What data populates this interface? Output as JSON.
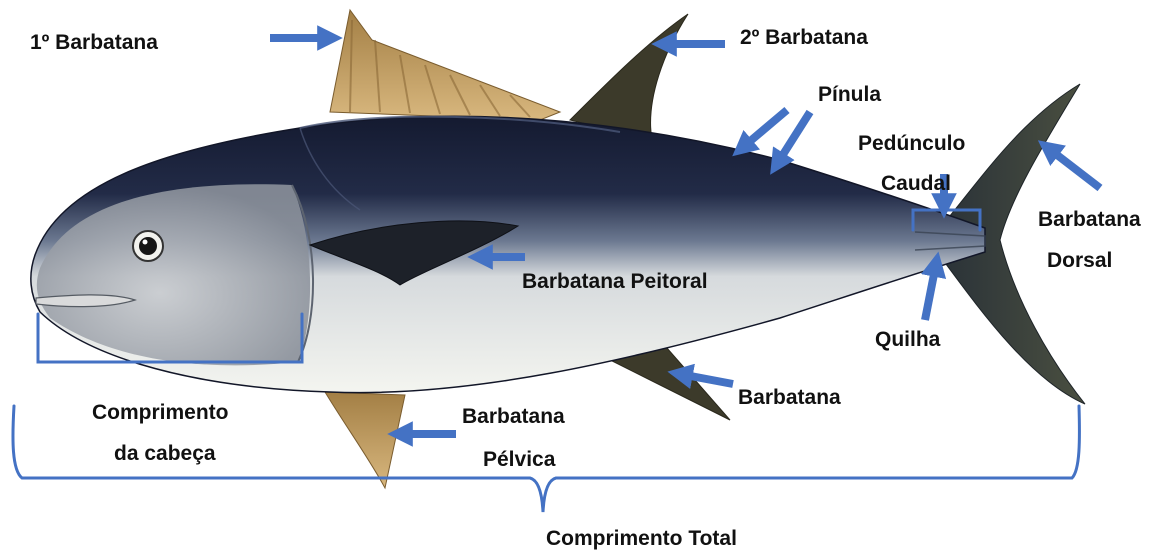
{
  "labels": {
    "first_fin": "1º Barbatana",
    "second_fin": "2º Barbatana",
    "finlet": "Pínula",
    "peduncle_line1": "Pedúnculo",
    "peduncle_line2": "Caudal",
    "dorsal_line1": "Barbatana",
    "dorsal_line2": "Dorsal",
    "pectoral": "Barbatana Peitoral",
    "keel": "Quilha",
    "anal": "Barbatana",
    "head_line1": "Comprimento",
    "head_line2": "da cabeça",
    "pelvic_line1": "Barbatana",
    "pelvic_line2": "Pélvica",
    "total_length": "Comprimento Total"
  },
  "colors": {
    "annotation_blue": "#4472C4",
    "fin_tan": "#C4A267",
    "body_dark": "#1C2238",
    "belly": "#EEF0EC"
  },
  "icons": [
    "arrow-icon",
    "bracket-icon",
    "tuna-illustration"
  ]
}
